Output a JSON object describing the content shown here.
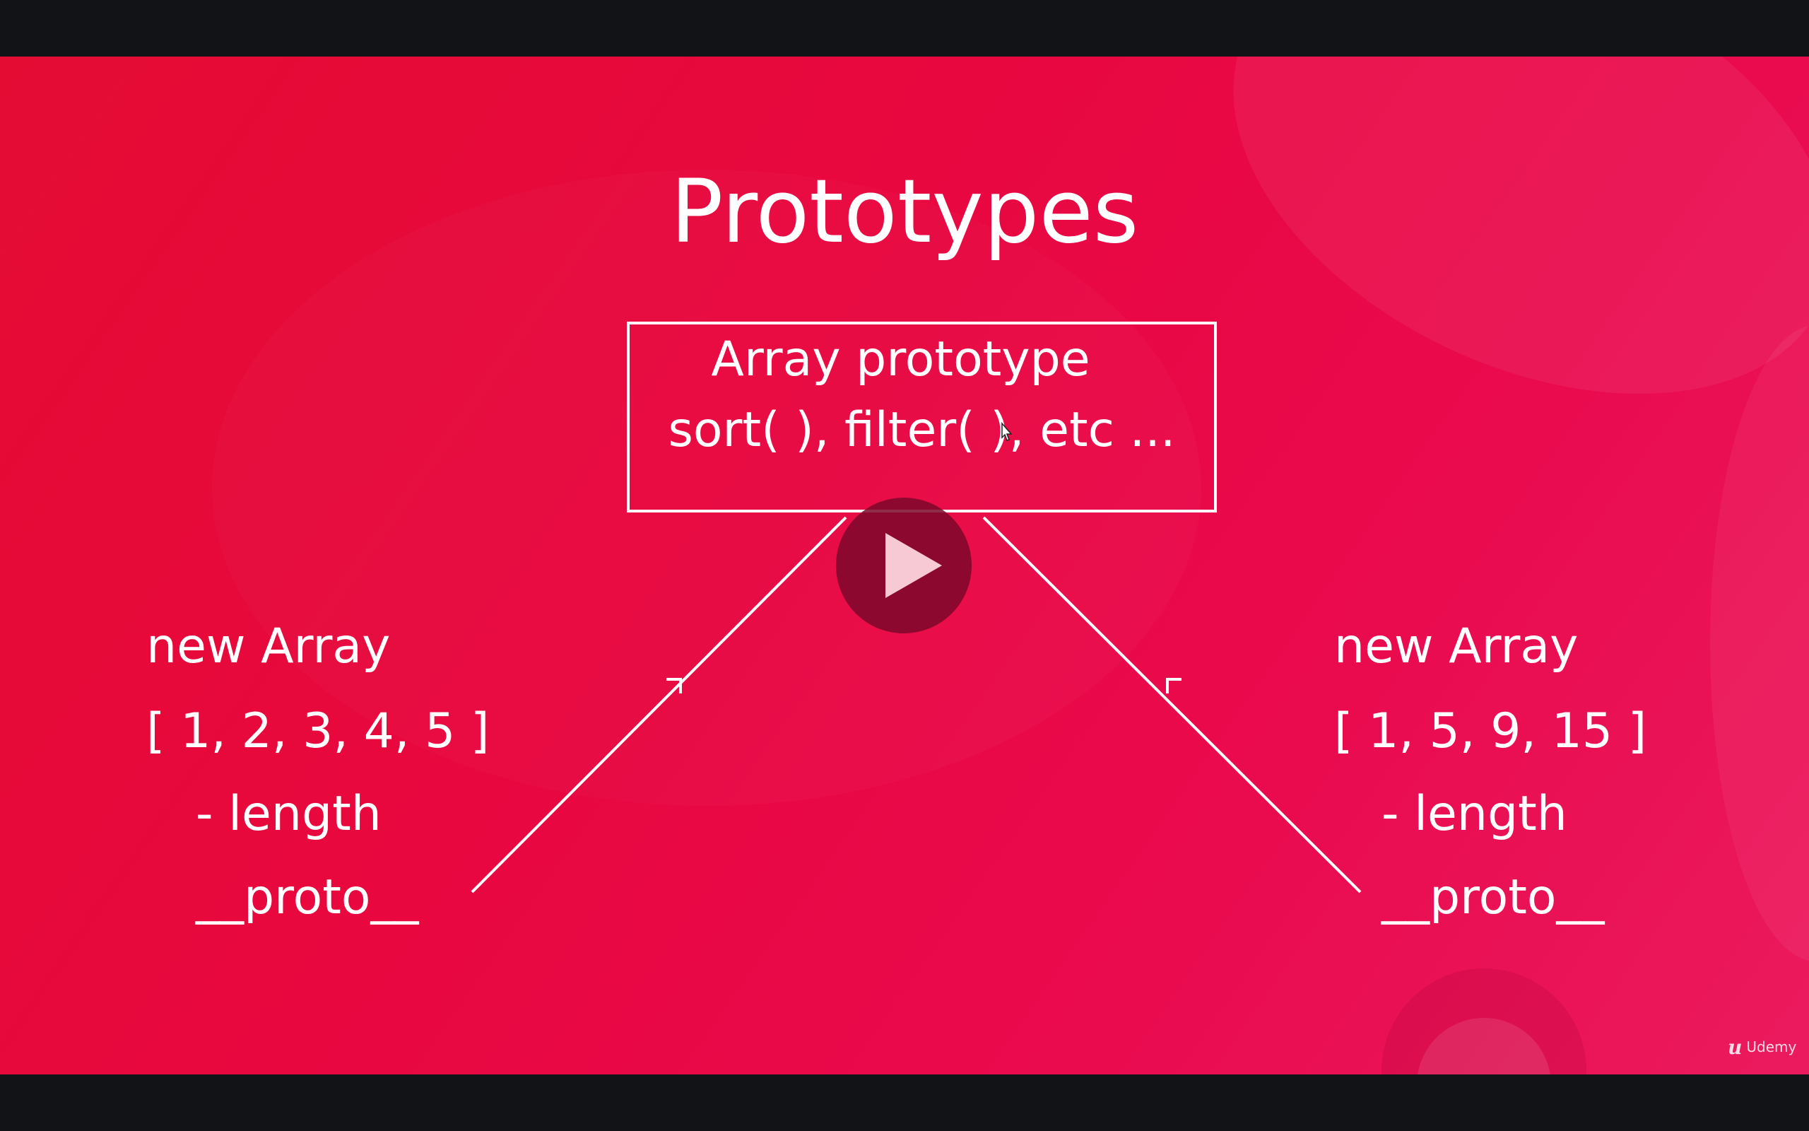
{
  "slide": {
    "title": "Prototypes",
    "prototype_box": {
      "line1": "Array prototype",
      "line2": "sort( ), filter( ), etc ..."
    },
    "left_object": {
      "line1": "new Array",
      "line2": "[ 1, 2, 3, 4, 5 ]",
      "line3": "- length",
      "line4": "__proto__"
    },
    "right_object": {
      "line1": "new Array",
      "line2": "[ 1, 5, 9, 15 ]",
      "line3": "- length",
      "line4": "__proto__"
    }
  },
  "player": {
    "play_icon": "play-icon",
    "watermark": "Udemy",
    "watermark_logo": "u"
  },
  "colors": {
    "background_start": "#e40c33",
    "background_end": "#eb1a5e",
    "foreground": "#ffffff",
    "play_button": "#7d082a",
    "letterbox": "#111317"
  }
}
